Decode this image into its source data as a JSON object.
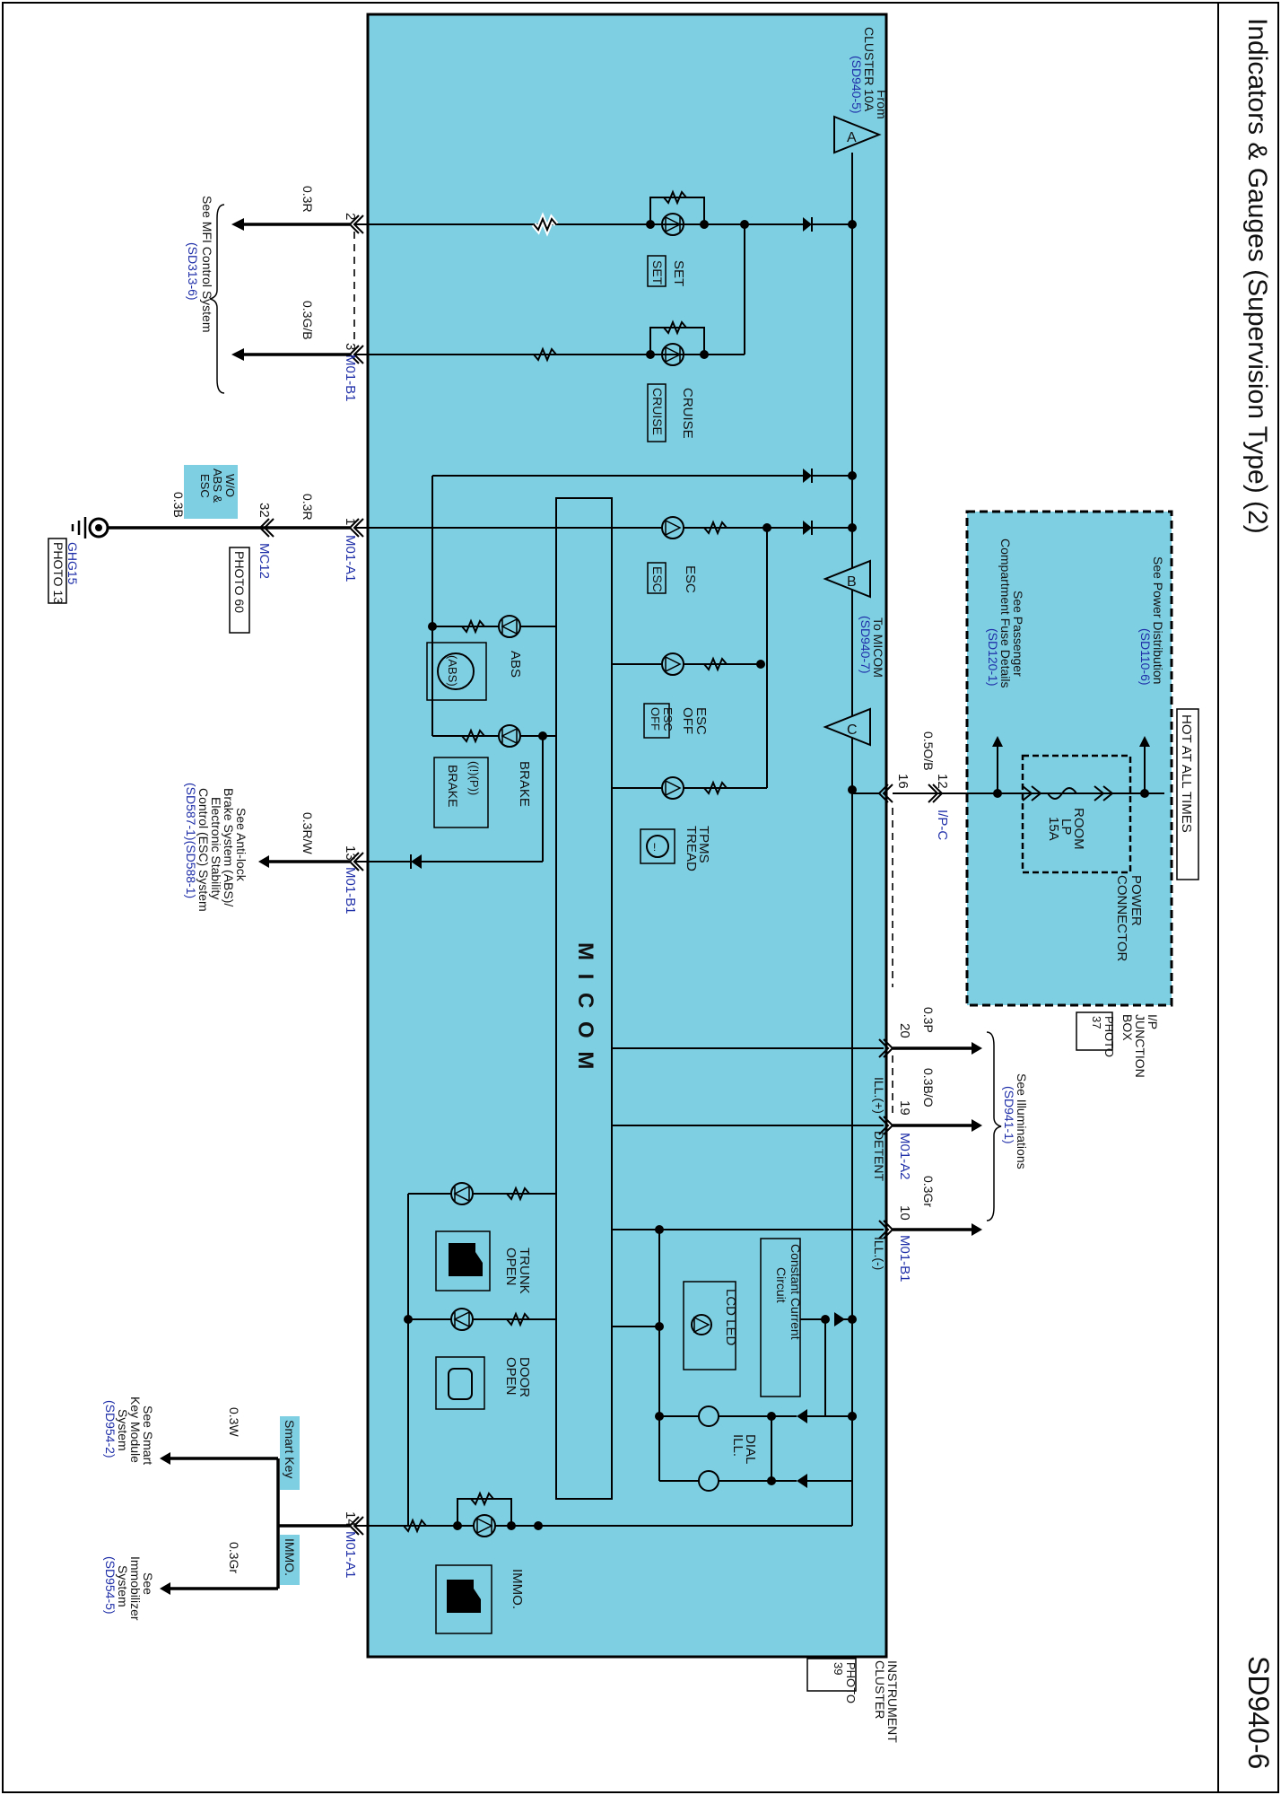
{
  "page": {
    "title": "Indicators & Gauges (Supervision Type) (2)",
    "page_code": "SD940-6"
  },
  "cluster": {
    "name_line1": "INSTRUMENT",
    "name_line2": "CLUSTER",
    "photo_line1": "PHOTO",
    "photo_line2": "39",
    "micom": "M I C O M",
    "fill_color": "#7fcfe3"
  },
  "junction_box": {
    "name_line1": "I/P",
    "name_line2": "JUNCTION",
    "name_line3": "BOX",
    "photo_line1": "PHOTO",
    "photo_line2": "37",
    "power_connector_line1": "POWER",
    "power_connector_line2": "CONNECTOR",
    "hot_label": "HOT AT ALL TIMES",
    "see_power_dist": "See Power Distribution",
    "see_power_dist_ref": "(SD110-6)",
    "see_passenger_line1": "See Passenger",
    "see_passenger_line2": "Compartment Fuse Details",
    "see_passenger_ref": "(SD120-1)",
    "fuse_line1": "ROOM",
    "fuse_line2": "LP",
    "fuse_line3": "15A"
  },
  "connectors": {
    "a_letter": "A",
    "a_from": "From",
    "a_line2": "CLUSTER 10A",
    "a_ref": "(SD940-5)",
    "b_letter": "B",
    "b_line1": "To MICOM",
    "b_ref": "(SD940-7)",
    "c_letter": "C",
    "ipc": "I/P-C",
    "m01_b1_top": "M01-B1",
    "m01_a1_mid": "M01-A1",
    "m01_b1_mid": "M01-B1",
    "m01_a2": "M01-A2",
    "m01_b1_bot": "M01-B1",
    "m01_a1_bot": "M01-A1",
    "mc12": "MC12",
    "photo60": "PHOTO 60",
    "ghg15": "GHG15",
    "photo13": "PHOTO 13"
  },
  "pins": {
    "p2": "2",
    "p3": "3",
    "p1": "1",
    "p32": "32",
    "p13": "13",
    "p14": "14",
    "p12": "12",
    "p16": "16",
    "p20": "20",
    "p19": "19",
    "p10": "10"
  },
  "wires": {
    "w_2": "0.3R",
    "w_3": "0.3G/B",
    "w_1": "0.3R",
    "w_ground": "0.3B",
    "w_13": "0.3R/W",
    "w_12": "0.5O/B",
    "w_20": "0.3P",
    "w_19": "0.3B/O",
    "w_10": "0.3Gr",
    "w_smart": "0.3W",
    "w_immo": "0.3Gr"
  },
  "indicators": {
    "set": "SET",
    "set_box": "SET",
    "cruise": "CRUISE",
    "cruise_box": "CRUISE",
    "esc": "ESC",
    "esc_box": "ESC",
    "esc_off_1": "ESC",
    "esc_off_2": "OFF",
    "esc_off_box_1": "ESC",
    "esc_off_box_2": "OFF",
    "tpms_1": "TPMS",
    "tpms_2": "TREAD",
    "abs": "ABS",
    "abs_symbol": "(ABS)",
    "brake": "BRAKE",
    "brake_box": "BRAKE",
    "brake_symbol": "((!)(P))",
    "trunk_1": "TRUNK",
    "trunk_2": "OPEN",
    "door_1": "DOOR",
    "door_2": "OPEN",
    "dial_1": "DIAL",
    "dial_2": "ILL.",
    "lcd": "LCD LED",
    "ccc_1": "Constant Current",
    "ccc_2": "Circuit",
    "immo": "IMMO.",
    "ill_plus": "ILL.(+)",
    "detent": "DETENT",
    "ill_minus": "ILL.(-)"
  },
  "references": {
    "mfi_1": "See MFI Control System",
    "mfi_ref": "(SD313-6)",
    "wo_abs_1": "W/O",
    "wo_abs_2": "ABS &",
    "wo_abs_3": "ESC",
    "abs_1": "See Anti-lock",
    "abs_2": "Brake System (ABS)/",
    "abs_3": "Electronic Stability",
    "abs_4": "Control (ESC) System",
    "abs_ref": "(SD587-1)(SD588-1)",
    "illum_1": "See Illuminations",
    "illum_ref": "(SD941-1)",
    "smart_tag": "Smart Key",
    "smart_1": "See Smart",
    "smart_2": "Key Module",
    "smart_3": "System",
    "smart_ref": "(SD954-2)",
    "immo_tag": "IMMO.",
    "immo_1": "See",
    "immo_2": "Immobilizer",
    "immo_3": "System",
    "immo_ref": "(SD954-5)"
  }
}
